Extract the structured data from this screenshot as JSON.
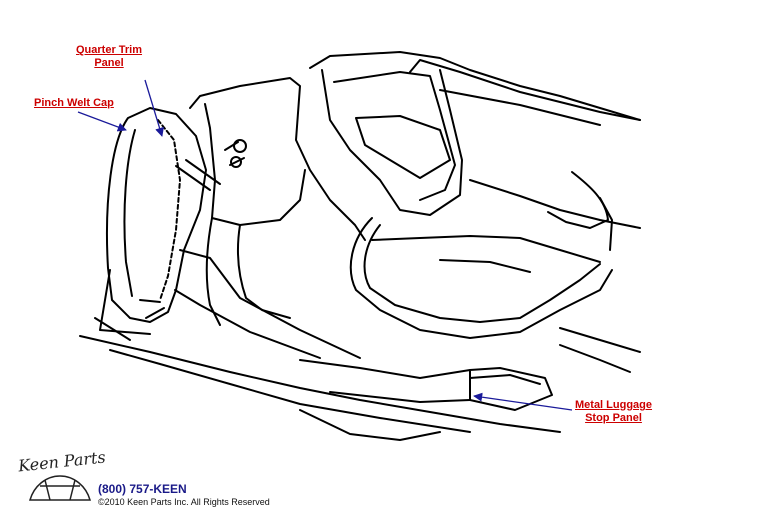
{
  "labels": {
    "quarter_trim": [
      "Quarter Trim",
      "Panel"
    ],
    "pinch_welt": "Pinch Welt Cap",
    "metal_luggage": [
      "Metal Luggage",
      "Stop Panel"
    ]
  },
  "footer": {
    "logo_text": "Keen Parts",
    "phone": "(800) 757-KEEN",
    "copyright": "©2010 Keen Parts Inc. All Rights Reserved"
  },
  "colors": {
    "label": "#cc0000",
    "arrow": "#1a1a9a",
    "line": "#000000",
    "phone": "#1a1a88"
  }
}
